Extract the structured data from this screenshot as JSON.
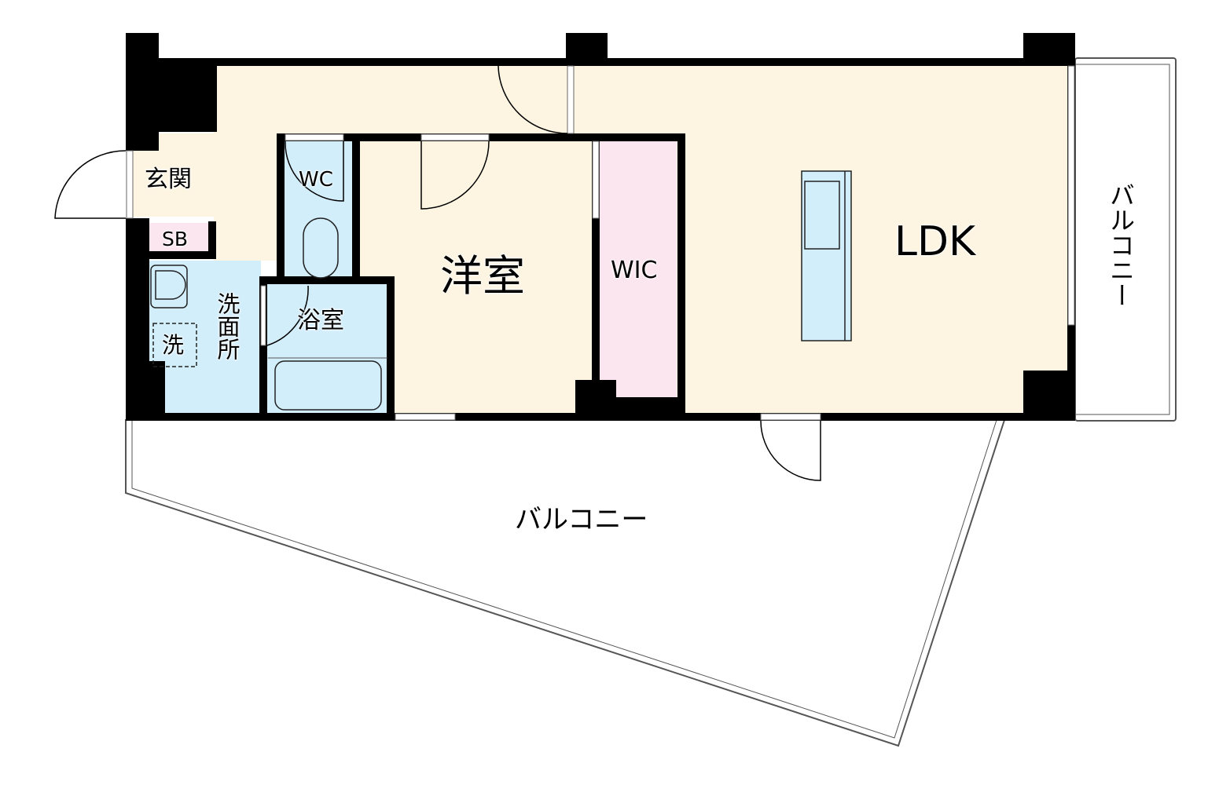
{
  "colors": {
    "corridor": "#fdf5e2",
    "wet": "#d3eefb",
    "storage": "#fbe6ef",
    "wall": "#000000",
    "balcony": "#ffffff"
  },
  "rooms": {
    "entrance": "玄関",
    "shoe_box": "SB",
    "toilet": "WC",
    "washroom": "洗面所",
    "washer": "洗",
    "bathroom": "浴室",
    "western_room": "洋室",
    "walk_in_closet": "WIC",
    "ldk": "LDK",
    "balcony_side": "バルコニー",
    "balcony_main": "バルコニー"
  }
}
